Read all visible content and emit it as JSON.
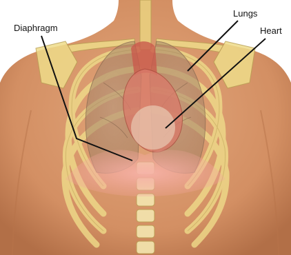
{
  "labels": {
    "diaphragm": "Diaphragm",
    "lungs": "Lungs",
    "heart": "Heart"
  },
  "palette": {
    "skin": "#d6956a",
    "skin_shadow": "#b8724a",
    "bone": "#efdc8a",
    "bone_outline": "#b9a054",
    "lung": "#a98a6c",
    "heart": "#d97a6a",
    "diaphragm": "#f2a39a",
    "callout_line": "#111111"
  },
  "icons": [
    "torso-illustration",
    "ribcage",
    "spine",
    "lungs",
    "heart",
    "diaphragm",
    "pointer-line"
  ]
}
